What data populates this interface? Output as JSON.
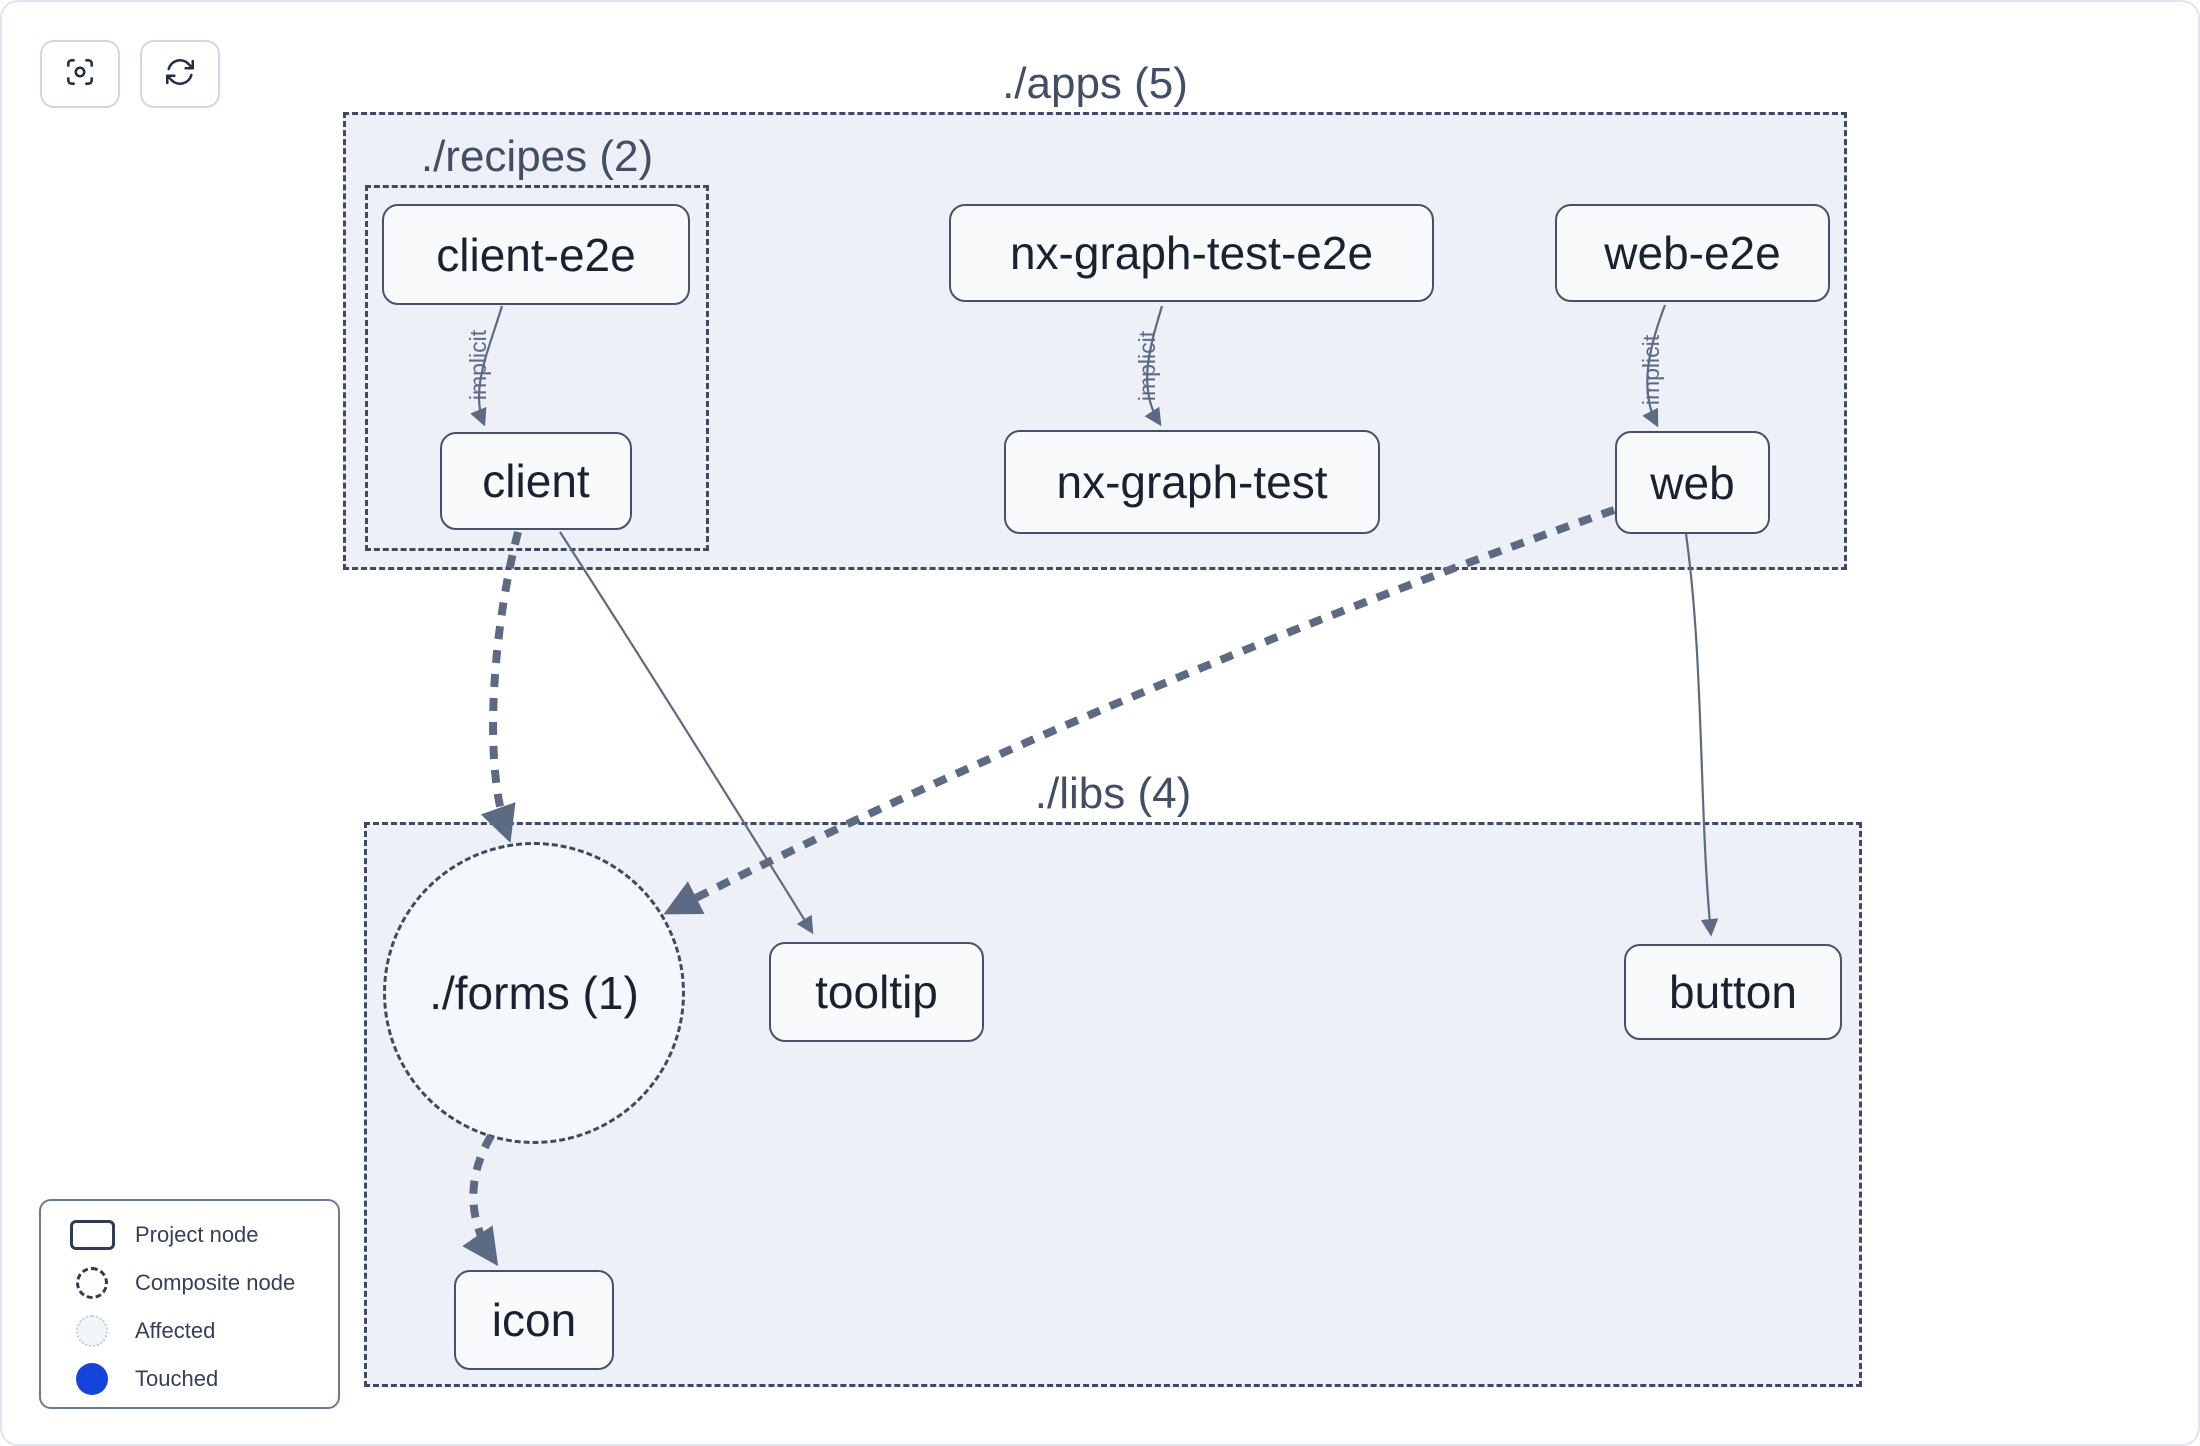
{
  "toolbar": {
    "buttons": [
      {
        "name": "focus-graph",
        "icon": "viewfinder-icon"
      },
      {
        "name": "refresh-graph",
        "icon": "refresh-icon"
      }
    ]
  },
  "graph": {
    "groups": {
      "apps": {
        "label": "./apps (5)"
      },
      "recipes": {
        "label": "./recipes (2)"
      },
      "libs": {
        "label": "./libs (4)"
      },
      "forms": {
        "label": "./forms (1)"
      }
    },
    "nodes": {
      "client_e2e": {
        "label": "client-e2e"
      },
      "client": {
        "label": "client"
      },
      "nx_graph_test_e2e": {
        "label": "nx-graph-test-e2e"
      },
      "nx_graph_test": {
        "label": "nx-graph-test"
      },
      "web_e2e": {
        "label": "web-e2e"
      },
      "web": {
        "label": "web"
      },
      "tooltip": {
        "label": "tooltip"
      },
      "button": {
        "label": "button"
      },
      "icon": {
        "label": "icon"
      }
    },
    "edges": [
      {
        "from": "client-e2e",
        "to": "client",
        "label": "implicit",
        "style": "thin-solid"
      },
      {
        "from": "nx-graph-test-e2e",
        "to": "nx-graph-test",
        "label": "implicit",
        "style": "thin-solid"
      },
      {
        "from": "web-e2e",
        "to": "web",
        "label": "implicit",
        "style": "thin-solid"
      },
      {
        "from": "client",
        "to": "./forms (1)",
        "label": "",
        "style": "thick-dashed"
      },
      {
        "from": "client",
        "to": "tooltip",
        "label": "",
        "style": "thin-solid"
      },
      {
        "from": "web",
        "to": "./forms (1)",
        "label": "",
        "style": "thick-dashed"
      },
      {
        "from": "web",
        "to": "button",
        "label": "",
        "style": "thin-solid"
      },
      {
        "from": "./forms (1)",
        "to": "icon",
        "label": "",
        "style": "thick-dashed"
      }
    ]
  },
  "legend": {
    "items": [
      {
        "icon": "project-node-swatch",
        "label": "Project node"
      },
      {
        "icon": "composite-node-swatch",
        "label": "Composite node"
      },
      {
        "icon": "affected-swatch",
        "label": "Affected"
      },
      {
        "icon": "touched-swatch",
        "label": "Touched"
      }
    ]
  },
  "colors": {
    "touched_blue": "#1544dc",
    "group_fill": "#edf1f7",
    "forms_fill": "#f4f7fb",
    "edge": "#5d6a84",
    "node_border": "#46516b",
    "node_text": "#1a2232",
    "group_label_text": "#424e66"
  }
}
